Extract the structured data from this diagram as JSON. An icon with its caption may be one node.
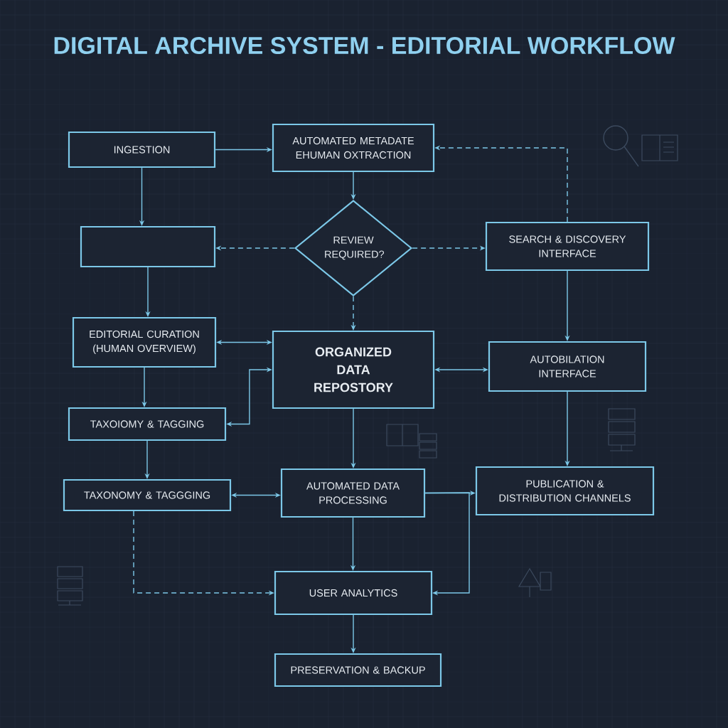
{
  "diagram": {
    "title": "DIGITAL ARCHIVE SYSTEM - EDITORIAL WORKFLOW",
    "nodes": [
      {
        "text": [
          "INGESTION"
        ]
      },
      {
        "text": [
          "AUTOMATED METADATE EHUMAN OXTRACTION"
        ]
      },
      {
        "text": [],
        "shape": "box"
      },
      {
        "text": [
          "REVIEW REQUIRED?"
        ]
      },
      {
        "text": [
          "SEARCH & DISCOVERY INTERFACE"
        ]
      },
      {
        "text": [
          "EDITORIAL CURATION (HUMAN OVERVIEW)"
        ]
      },
      {
        "text": [
          "ORGANIZED DATA REPOSTORY"
        ]
      },
      {
        "text": [
          "AUTOBILATION INTERFACE"
        ]
      },
      {
        "text": [
          "TAXOIOMY & TAGGING"
        ]
      },
      {
        "text": [
          "AUTOMATED DATA PROCESSING"
        ]
      },
      {
        "text": [
          "PUBLICATION & DISTRIBUTION CHANNELS"
        ]
      },
      {
        "text": [
          "TAXONOMY & TAGGGING"
        ]
      },
      {
        "text": [
          "USER ANALYTICS"
        ]
      },
      {
        "text": [
          "PRESERVATION & BACKUP"
        ]
      }
    ],
    "edges": [
      {
        "from": 0,
        "to": 1,
        "arrow": "to"
      },
      {
        "from": 0,
        "to": 2,
        "arrow": "to"
      },
      {
        "from": 1,
        "to": 3,
        "arrow": "to"
      },
      {
        "from": 3,
        "to": 2,
        "arrow": "to",
        "style": "dashed"
      },
      {
        "from": 3,
        "to": 4,
        "arrow": "to",
        "style": "dashed"
      },
      {
        "from": 4,
        "to": 1,
        "arrow": "to",
        "style": "dashed"
      },
      {
        "from": 3,
        "to": 6,
        "arrow": "to",
        "style": "dashed"
      },
      {
        "from": 2,
        "to": 5,
        "arrow": "to"
      },
      {
        "from": 5,
        "to": 6,
        "arrow": "both"
      },
      {
        "from": 6,
        "to": 8,
        "arrow": "both"
      },
      {
        "from": 4,
        "to": 7,
        "arrow": "to"
      },
      {
        "from": 6,
        "to": 7,
        "arrow": "both"
      },
      {
        "from": 5,
        "to": 8,
        "arrow": "to"
      },
      {
        "from": 8,
        "to": 11,
        "arrow": "to"
      },
      {
        "from": 11,
        "to": 9,
        "arrow": "both"
      },
      {
        "from": 6,
        "to": 9,
        "arrow": "to"
      },
      {
        "from": 7,
        "to": 10,
        "arrow": "to"
      },
      {
        "from": 9,
        "to": 10,
        "arrow": "to"
      },
      {
        "from": 9,
        "to": 12,
        "arrow": "to"
      },
      {
        "from": 9,
        "to": 12,
        "arrow": "to"
      },
      {
        "from": 11,
        "to": 12,
        "arrow": "to",
        "style": "dashed"
      },
      {
        "from": 12,
        "to": 13,
        "arrow": "to"
      }
    ]
  }
}
